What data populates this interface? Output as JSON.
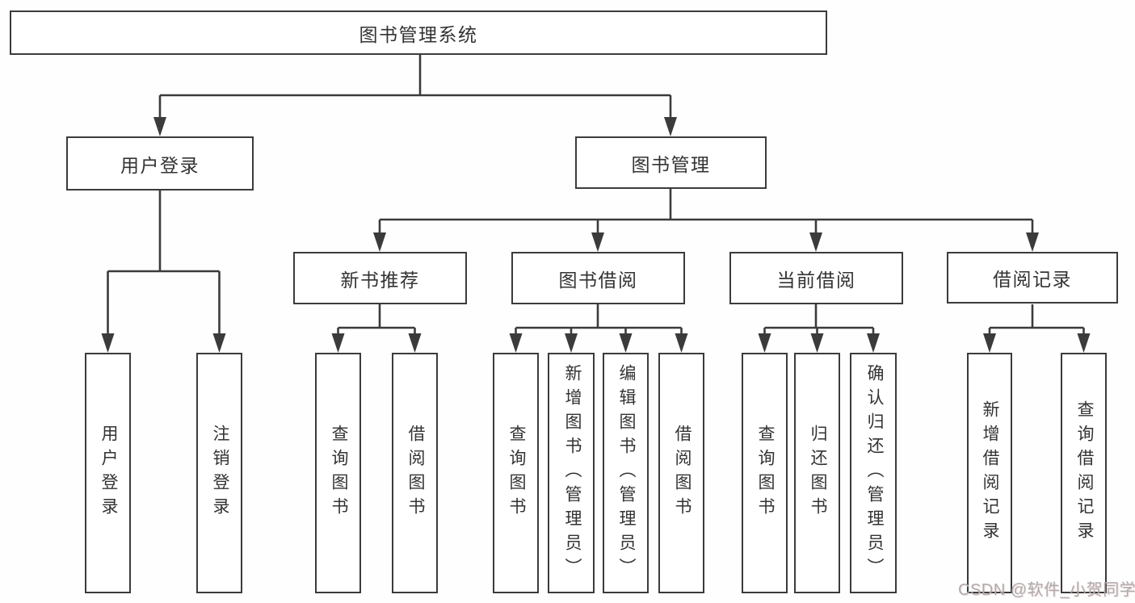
{
  "diagram_type": "hierarchy-tree",
  "tree": {
    "root": {
      "label": "图书管理系统"
    },
    "branches": [
      {
        "label": "用户登录",
        "children": [
          "用户登录",
          "注销登录"
        ]
      },
      {
        "label": "图书管理",
        "sections": [
          {
            "label": "新书推荐",
            "children": [
              "查询图书",
              "借阅图书"
            ]
          },
          {
            "label": "图书借阅",
            "children": [
              "查询图书",
              "新增图书（管理员）",
              "编辑图书（管理员）",
              "借阅图书"
            ]
          },
          {
            "label": "当前借阅",
            "children": [
              "查询图书",
              "归还图书",
              "确认归还（管理员）"
            ]
          },
          {
            "label": "借阅记录",
            "children": [
              "新增借阅记录",
              "查询借阅记录"
            ]
          }
        ]
      }
    ]
  },
  "watermark": "CSDN @软件_小贺同学",
  "colors": {
    "line": "#3b3b3b",
    "text": "#333333",
    "watermark": "#adadad",
    "background": "#fefefe"
  }
}
